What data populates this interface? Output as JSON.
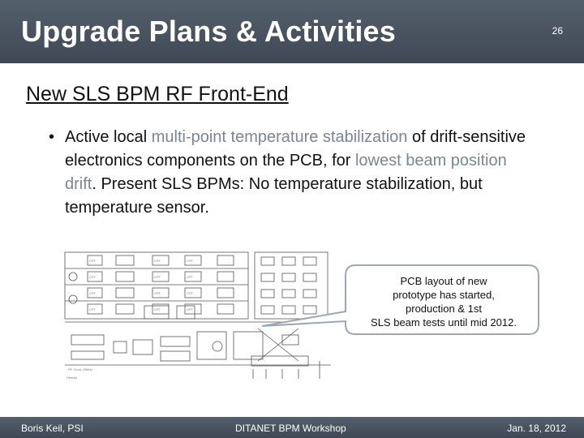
{
  "slide": {
    "title": "Upgrade Plans & Activities",
    "page_number": "26",
    "subtitle": "New SLS BPM RF Front-End"
  },
  "bullet": {
    "marker": "•",
    "t1": "Active local ",
    "h1": "multi-point temperature stabilization",
    "t2": " of drift-sensitive electronics components on the PCB, for ",
    "h2": "lowest beam position drift",
    "t3": ". Present SLS BPMs: No temperature stabilization, but temperature sensor.",
    "highlight_color": "#7a8694"
  },
  "callout": {
    "lines": [
      "PCB layout of new",
      "prototype has started,",
      "production & 1st",
      "SLS beam tests until mid 2012."
    ]
  },
  "footer": {
    "left": "Boris Keil, PSI",
    "center": "DITANET BPM Workshop",
    "right": "Jan. 18, 2012"
  },
  "colors": {
    "title_bar": "#4a5460",
    "text": "#111111"
  }
}
